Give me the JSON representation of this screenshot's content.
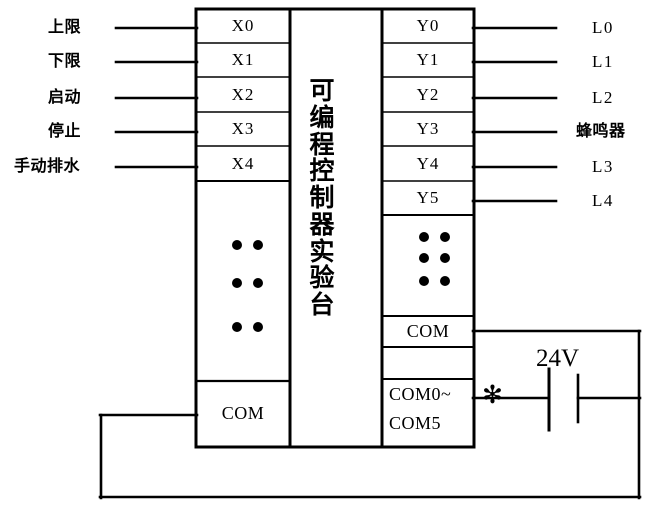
{
  "diagram": {
    "title": "可编程控制器实验台",
    "center_caption_chars": [
      "可",
      "编",
      "程",
      "控",
      "制",
      "器",
      "实",
      "验",
      "台"
    ],
    "input_signals": [
      {
        "label": "上限",
        "terminal": "X0"
      },
      {
        "label": "下限",
        "terminal": "X1"
      },
      {
        "label": "启动",
        "terminal": "X2"
      },
      {
        "label": "停止",
        "terminal": "X3"
      },
      {
        "label": "手动排水",
        "terminal": "X4"
      }
    ],
    "output_signals": [
      {
        "terminal": "Y0",
        "label": "L0"
      },
      {
        "terminal": "Y1",
        "label": "L1"
      },
      {
        "terminal": "Y2",
        "label": "L2"
      },
      {
        "terminal": "Y3",
        "label": "蜂鸣器"
      },
      {
        "terminal": "Y4",
        "label": "L3"
      },
      {
        "terminal": "Y5",
        "label": "L4"
      }
    ],
    "input_common": "COM",
    "output_common": "COM",
    "output_common_group_line1": "COM0~",
    "output_common_group_line2": "COM5",
    "power_supply": {
      "voltage": "24V",
      "marker": "✻"
    },
    "colors": {
      "line": "#000000",
      "background": "#ffffff",
      "text": "#000000"
    }
  }
}
